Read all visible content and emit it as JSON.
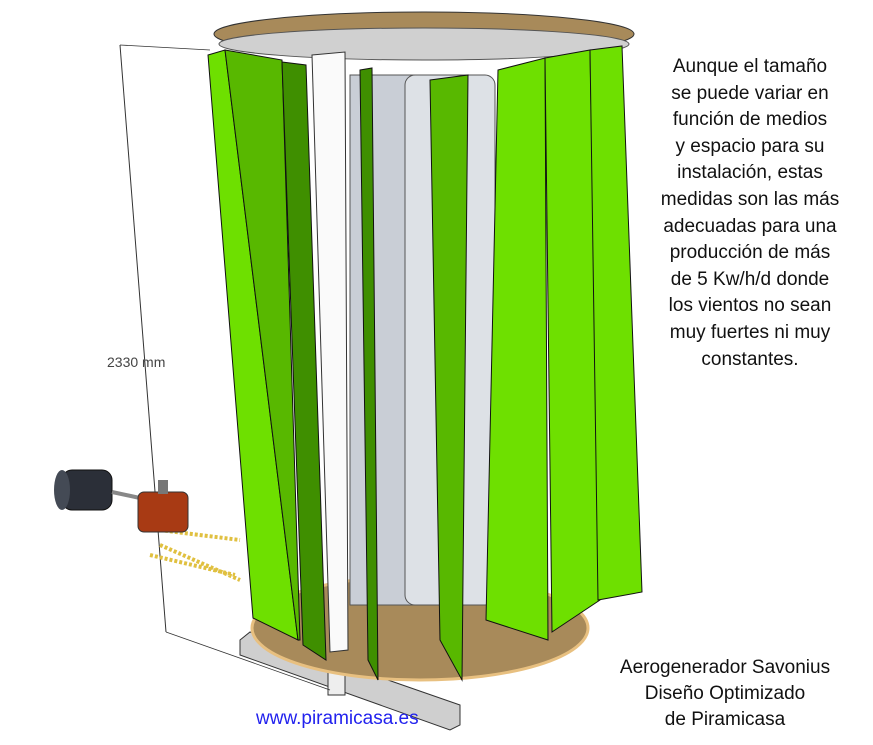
{
  "description": "Aunque el tamaño\nse puede variar en\nfunción de medios\ny espacio para su\ninstalación, estas\nmedidas son las más\nadecuadas para una\nproducción de más\nde  5 Kw/h/d donde\nlos vientos no sean\nmuy fuertes ni muy\nconstantes.",
  "dimension_label": "2330 mm",
  "caption": {
    "line1": "Aerogenerador Savonius",
    "line2": "Diseño Optimizado",
    "line3": "de Piramicasa"
  },
  "website": "www.piramicasa.es",
  "colors": {
    "blade_light": "#6ee000",
    "blade_mid": "#58b800",
    "blade_dark": "#3f8f00",
    "disc": "#a88a5a",
    "cylinder": "#c9ced6",
    "url": "#2222ee"
  }
}
